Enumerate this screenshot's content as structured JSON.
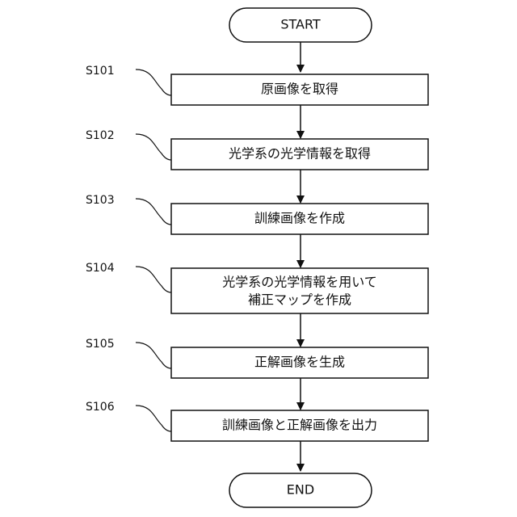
{
  "flowchart": {
    "start": {
      "label": "START"
    },
    "end": {
      "label": "END"
    },
    "steps": [
      {
        "id": "S101",
        "lines": [
          "原画像を取得"
        ]
      },
      {
        "id": "S102",
        "lines": [
          "光学系の光学情報を取得"
        ]
      },
      {
        "id": "S103",
        "lines": [
          "訓練画像を作成"
        ]
      },
      {
        "id": "S104",
        "lines": [
          "光学系の光学情報を用いて",
          "補正マップを作成"
        ]
      },
      {
        "id": "S105",
        "lines": [
          "正解画像を生成"
        ]
      },
      {
        "id": "S106",
        "lines": [
          "訓練画像と正解画像を出力"
        ]
      }
    ]
  }
}
